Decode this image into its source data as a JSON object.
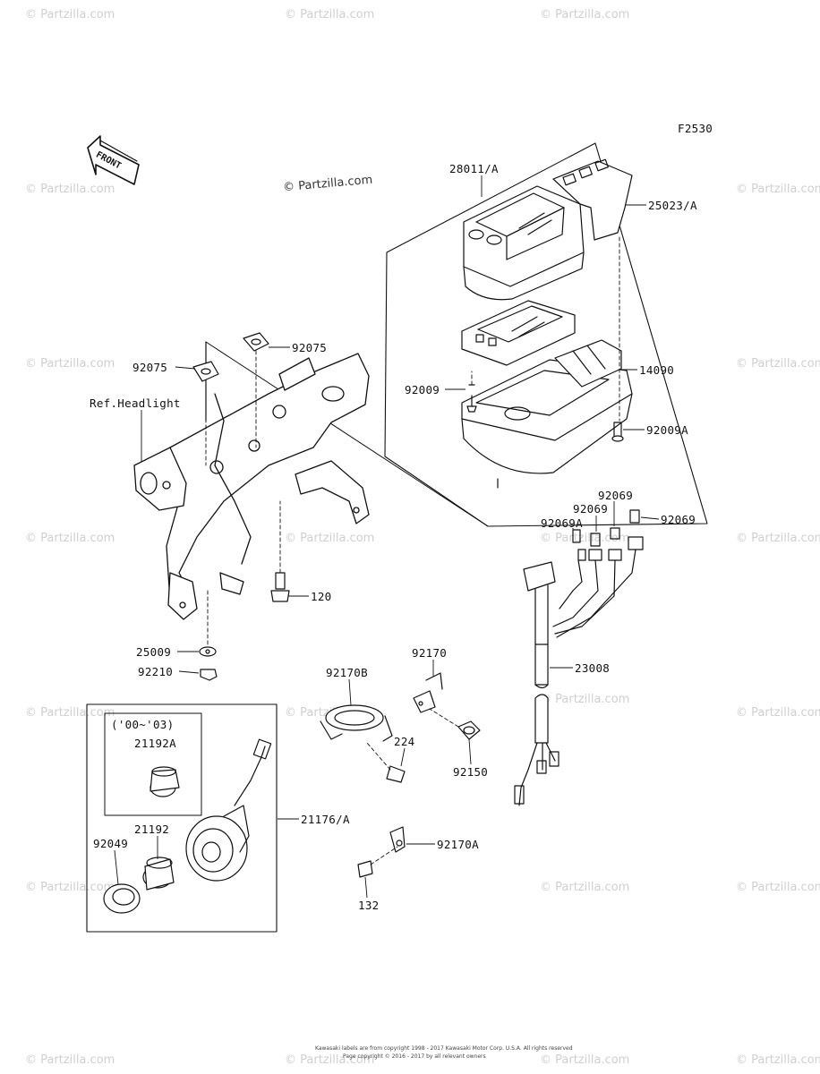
{
  "figure_code": "F2530",
  "front_label": "FRONT",
  "center_watermark": "© Partzilla.com",
  "watermark_text": "© Partzilla.com",
  "parts": {
    "p28011A": "28011/A",
    "p25023A": "25023/A",
    "p14090": "14090",
    "p92009": "92009",
    "p92009A": "92009A",
    "p92075a": "92075",
    "p92075b": "92075",
    "refHeadlight": "Ref.Headlight",
    "p120": "120",
    "p25009": "25009",
    "p92210": "92210",
    "p92069a": "92069",
    "p92069b": "92069",
    "p92069c": "92069",
    "p92069A": "92069A",
    "p23008": "23008",
    "p92170": "92170",
    "p92170B": "92170B",
    "p224": "224",
    "p92150": "92150",
    "years": "('00~'03)",
    "p21192A": "21192A",
    "p21176A": "21176/A",
    "p21192": "21192",
    "p92049": "92049",
    "p92170A": "92170A",
    "p132": "132"
  },
  "footer": {
    "line1": "Kawasaki labels are from copyright 1998 - 2017 Kawasaki Motor Corp. U.S.A. All rights reserved",
    "line2": "Page copyright © 2016 - 2017 by all relevant owners"
  }
}
